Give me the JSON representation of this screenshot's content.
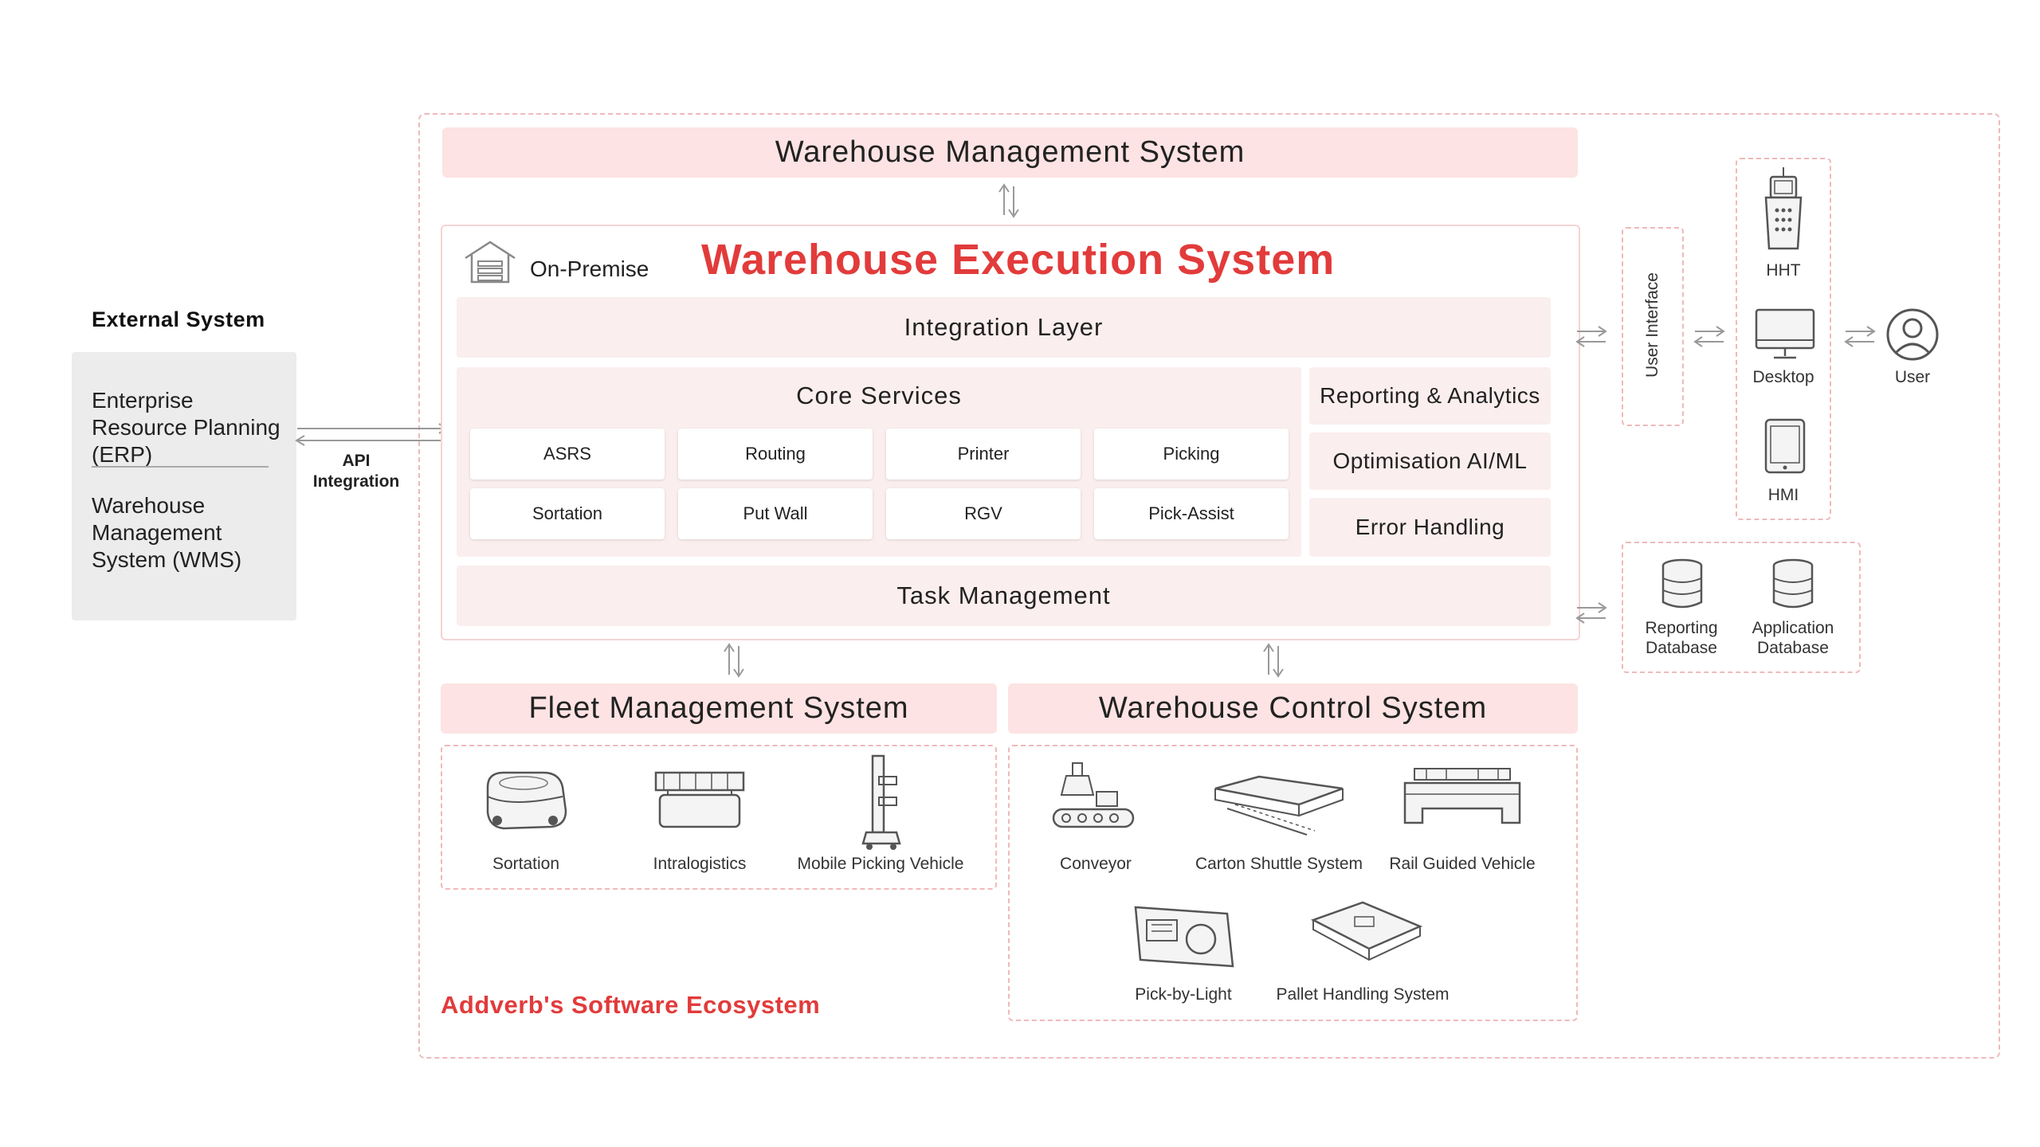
{
  "external": {
    "title": "External System",
    "erp": "Enterprise Resource Planning (ERP)",
    "wms": "Warehouse Management System (WMS)"
  },
  "api_label": "API Integration",
  "wms_bar": "Warehouse Management System",
  "wes": {
    "title": "Warehouse Execution System",
    "on_premise": "On-Premise",
    "integration_layer": "Integration Layer",
    "core_services": "Core Services",
    "services": [
      "ASRS",
      "Routing",
      "Printer",
      "Picking",
      "Sortation",
      "Put Wall",
      "RGV",
      "Pick-Assist"
    ],
    "reporting": "Reporting & Analytics",
    "optimisation": "Optimisation AI/ML",
    "error_handling": "Error Handling",
    "task_management": "Task Management"
  },
  "fleet": {
    "title": "Fleet Management System",
    "items": [
      "Sortation",
      "Intralogistics",
      "Mobile Picking Vehicle"
    ]
  },
  "wcs": {
    "title": "Warehouse Control System",
    "items": [
      "Conveyor",
      "Carton Shuttle System",
      "Rail Guided Vehicle",
      "Pick-by-Light",
      "Pallet Handling System"
    ]
  },
  "ui": {
    "user_interface": "User Interface",
    "devices": [
      "HHT",
      "Desktop",
      "HMI"
    ],
    "user": "User"
  },
  "databases": [
    "Reporting Database",
    "Application Database"
  ],
  "ecosystem_label": "Addverb's Software Ecosystem",
  "icons": [
    "warehouse-icon",
    "handheld-terminal-icon",
    "desktop-icon",
    "tablet-icon",
    "user-icon",
    "database-icon",
    "sortation-robot-icon",
    "intralogistics-icon",
    "mobile-picking-vehicle-icon",
    "conveyor-icon",
    "carton-shuttle-icon",
    "rail-guided-vehicle-icon",
    "pick-by-light-icon",
    "pallet-handling-icon",
    "double-arrow-icon"
  ],
  "colors": {
    "accent": "#e23b3b",
    "pink": "#fde3e3",
    "panel": "#fbeeee",
    "dash": "#f0b9b9",
    "gray_box": "#ececec"
  }
}
